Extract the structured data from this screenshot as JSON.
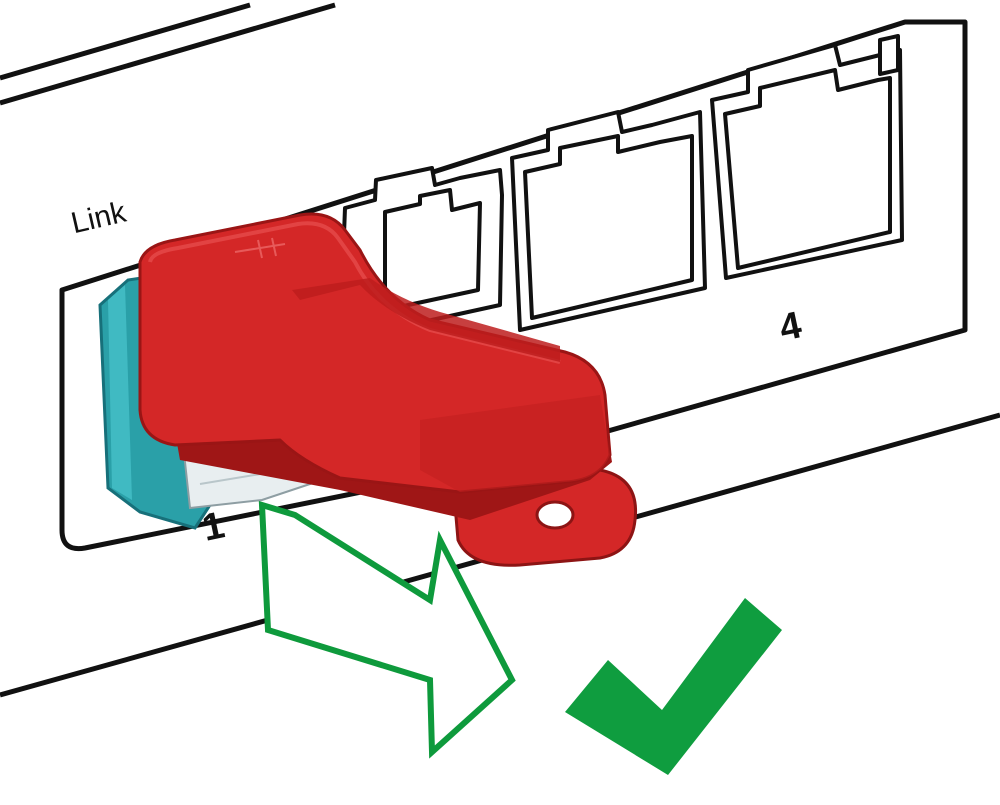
{
  "labels": {
    "link": "Link",
    "port_1": "1",
    "port_4": "4"
  },
  "icons": {
    "lock": "port-lock-icon",
    "arrow": "removal-arrow-icon",
    "check": "checkmark-icon"
  },
  "colors": {
    "lock_red": "#d42727",
    "lock_red_dark": "#9f1616",
    "rj45_teal": "#2aa0a8",
    "arrow_green": "#0e9a3c",
    "check_green": "#0f9d3f",
    "outline": "#111111"
  }
}
